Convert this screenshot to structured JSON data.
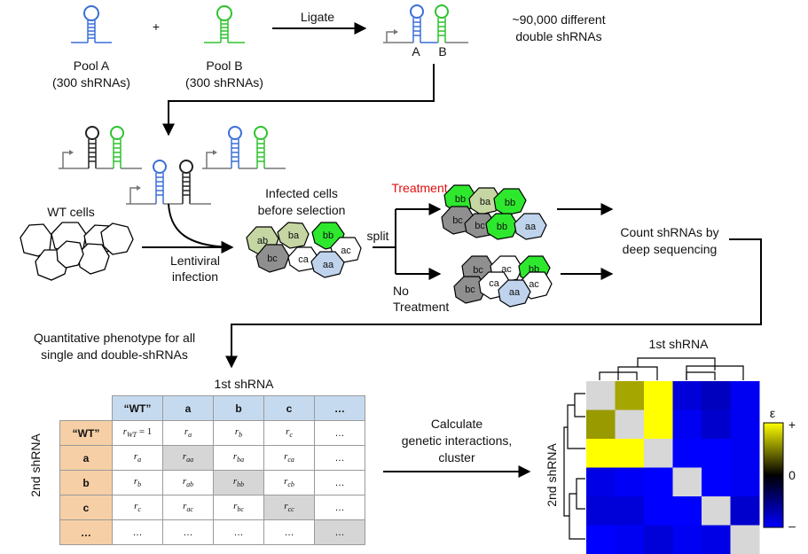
{
  "pools": {
    "pool_a": "Pool A",
    "pool_a_count": "(300 shRNAs)",
    "pool_b": "Pool B",
    "pool_b_count": "(300 shRNAs)",
    "plus": "+",
    "ligate": "Ligate",
    "label_a": "A",
    "label_b": "B",
    "double_line1": "~90,000 different",
    "double_line2": "double shRNAs"
  },
  "cells": {
    "wt": "WT cells",
    "lenti_line1": "Lentiviral",
    "lenti_line2": "infection",
    "infected_line1": "Infected cells",
    "infected_line2": "before selection",
    "split": "split",
    "treatment": "Treatment",
    "no_treat_line1": "No",
    "no_treat_line2": "Treatment",
    "count_line1": "Count shRNAs by",
    "count_line2": "deep sequencing",
    "cell_labels": [
      "ab",
      "ba",
      "bb",
      "bc",
      "ca",
      "ac",
      "aa",
      "bb",
      "ba",
      "bb",
      "bc",
      "bc",
      "bb",
      "aa",
      "bc",
      "ac",
      "bb",
      "bc",
      "ca",
      "ac",
      "aa"
    ]
  },
  "phenotype": {
    "caption_line1": "Quantitative phenotype for all",
    "caption_line2": "single and double-shRNAs",
    "col_axis": "1st shRNA",
    "row_axis": "2nd shRNA",
    "col_headers": [
      "“WT”",
      "a",
      "b",
      "c",
      "…"
    ],
    "row_headers": [
      "“WT”",
      "a",
      "b",
      "c",
      "…"
    ],
    "wt_value": "r",
    "wt_sub": "WT",
    "wt_eq": " = 1",
    "r": "r",
    "subs": [
      [
        "a",
        "b",
        "c"
      ],
      [
        "aa",
        "ba",
        "ca"
      ],
      [
        "ab",
        "bb",
        "cb"
      ],
      [
        "ac",
        "bc",
        "cc"
      ]
    ],
    "row_prefix_subs": [
      "a",
      "b",
      "c"
    ],
    "ellipsis": "…"
  },
  "analysis": {
    "calc_line1": "Calculate",
    "calc_line2": "genetic interactions,",
    "calc_line3": "cluster",
    "heatmap_x": "1st shRNA",
    "heatmap_y": "2nd shRNA",
    "colorbar_label": "ε",
    "colorbar_plus": "+",
    "colorbar_zero": "0",
    "colorbar_minus": "–",
    "colors": {
      "yellow": "#ffff00",
      "black": "#000000",
      "blue": "#0000ff"
    }
  },
  "chart_data": {
    "type": "heatmap",
    "title": "",
    "xlabel": "1st shRNA",
    "ylabel": "2nd shRNA",
    "value_range": [
      -1,
      1
    ],
    "diagonal": "none",
    "matrix": [
      [
        null,
        0.65,
        1.0,
        -0.85,
        -0.75,
        -0.95
      ],
      [
        0.6,
        null,
        1.0,
        -0.95,
        -0.8,
        -0.95
      ],
      [
        1.0,
        1.0,
        null,
        -1.0,
        -1.0,
        -0.95
      ],
      [
        -0.9,
        -0.97,
        -1.0,
        null,
        -1.0,
        -0.95
      ],
      [
        -0.85,
        -0.85,
        -1.0,
        -1.0,
        null,
        -0.8
      ],
      [
        -1.0,
        -0.95,
        -0.85,
        -0.95,
        -0.9,
        null
      ]
    ]
  }
}
